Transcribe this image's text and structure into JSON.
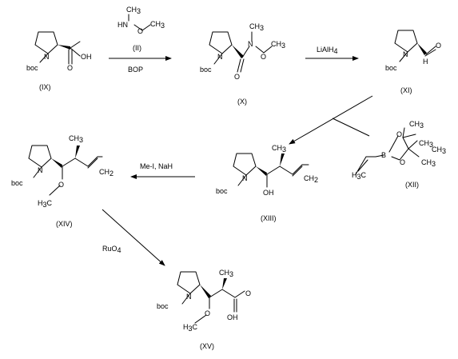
{
  "atoms": {
    "N": "N",
    "boc": "boc",
    "OH": "OH",
    "O": "O",
    "HN": "HN",
    "CH": "CH",
    "three": "3",
    "four": "4",
    "B": "B",
    "H": "H",
    "C": "C"
  },
  "reagents": {
    "r1_label": "(II)",
    "r1_cond": "BOP",
    "r2_name": "LiAlH",
    "r3_name": "Me-I,  NaH",
    "r4_name": "RuO"
  },
  "compounds": {
    "c9": "(IX)",
    "c10": "(X)",
    "c11": "(XI)",
    "c12": "(XII)",
    "c13": "(XIII)",
    "c14": "(XIV)",
    "c15": "(XV)"
  },
  "colors": {
    "ink": "#000000",
    "background": "#ffffff"
  }
}
